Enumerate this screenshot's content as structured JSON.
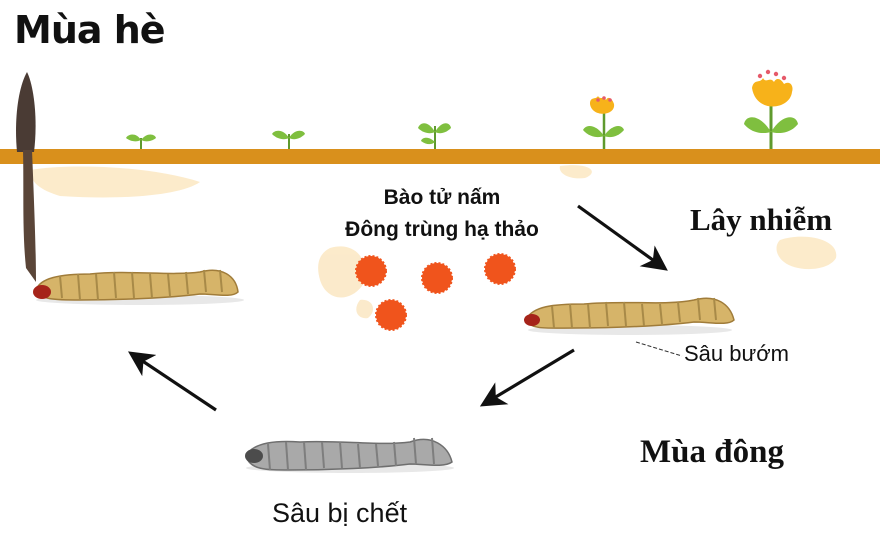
{
  "labels": {
    "summer": "Mùa hè",
    "spores_line1": "Bào tử nấm",
    "spores_line2": "Đông trùng hạ thảo",
    "infection": "Lây nhiễm",
    "caterpillar": "Sâu bướm",
    "winter": "Mùa đông",
    "dead_caterpillar": "Sâu bị chết"
  },
  "colors": {
    "ground": "#d9901c",
    "soil": "#fbe7c2",
    "spore": "#f0541c",
    "larva": "#d6b469",
    "larva_head": "#a6241a",
    "dead_larva": "#a9a9a9",
    "fungus_stalk": "#4a3b34",
    "plant_leaf": "#7fbf3f",
    "flower": "#f7b21a",
    "arrow": "#111111"
  }
}
